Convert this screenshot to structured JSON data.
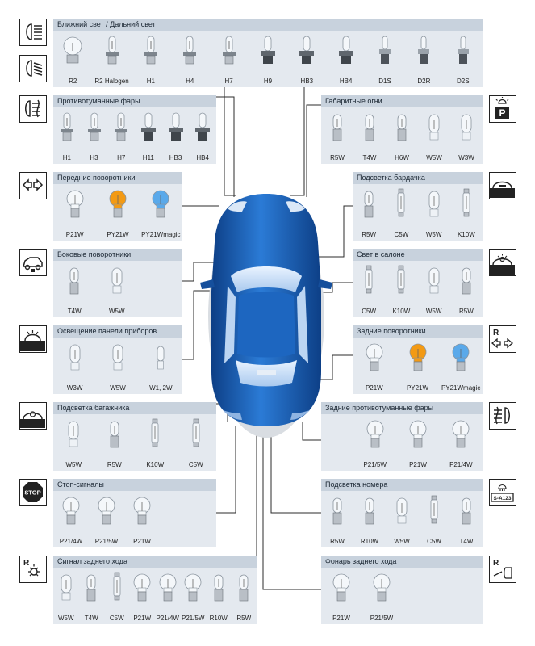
{
  "sections": [
    {
      "id": "headlights",
      "title": "Ближний свет / Дальний свет",
      "bulbs": [
        {
          "label": "R2",
          "type": "r2"
        },
        {
          "label": "R2 Halogen",
          "type": "halogen"
        },
        {
          "label": "H1",
          "type": "halogen"
        },
        {
          "label": "H4",
          "type": "halogen"
        },
        {
          "label": "H7",
          "type": "halogen"
        },
        {
          "label": "H9",
          "type": "hb"
        },
        {
          "label": "HB3",
          "type": "hb"
        },
        {
          "label": "HB4",
          "type": "hb"
        },
        {
          "label": "D1S",
          "type": "xenon"
        },
        {
          "label": "D2R",
          "type": "xenon"
        },
        {
          "label": "D2S",
          "type": "xenon"
        }
      ]
    },
    {
      "id": "fog",
      "title": "Противотуманные фары",
      "bulbs": [
        {
          "label": "H1",
          "type": "halogen"
        },
        {
          "label": "H3",
          "type": "halogen"
        },
        {
          "label": "H7",
          "type": "halogen"
        },
        {
          "label": "H11",
          "type": "hb"
        },
        {
          "label": "HB3",
          "type": "hb"
        },
        {
          "label": "HB4",
          "type": "hb"
        }
      ]
    },
    {
      "id": "front-turn",
      "title": "Передние поворотники",
      "bulbs": [
        {
          "label": "P21W",
          "type": "ba"
        },
        {
          "label": "PY21W",
          "type": "ba-orange"
        },
        {
          "label": "PY21Wmagic",
          "type": "ba-blue"
        }
      ]
    },
    {
      "id": "side-turn",
      "title": "Боковые поворотники",
      "bulbs": [
        {
          "label": "T4W",
          "type": "small-ba"
        },
        {
          "label": "W5W",
          "type": "wedge"
        }
      ]
    },
    {
      "id": "dashboard",
      "title": "Освещение панели приборов",
      "bulbs": [
        {
          "label": "W3W",
          "type": "wedge"
        },
        {
          "label": "W5W",
          "type": "wedge"
        },
        {
          "label": "W1, 2W",
          "type": "mini"
        }
      ]
    },
    {
      "id": "trunk",
      "title": "Подсветка багажника",
      "bulbs": [
        {
          "label": "W5W",
          "type": "wedge"
        },
        {
          "label": "R5W",
          "type": "small-ba"
        },
        {
          "label": "K10W",
          "type": "festoon"
        },
        {
          "label": "C5W",
          "type": "festoon"
        }
      ]
    },
    {
      "id": "stop",
      "title": "Стоп-сигналы",
      "bulbs": [
        {
          "label": "P21/4W",
          "type": "ba"
        },
        {
          "label": "P21/5W",
          "type": "ba"
        },
        {
          "label": "P21W",
          "type": "ba"
        }
      ]
    },
    {
      "id": "reverse",
      "title": "Сигнал заднего хода",
      "bulbs": [
        {
          "label": "W5W",
          "type": "wedge"
        },
        {
          "label": "T4W",
          "type": "small-ba"
        },
        {
          "label": "C5W",
          "type": "festoon"
        },
        {
          "label": "P21W",
          "type": "ba"
        },
        {
          "label": "P21/4W",
          "type": "ba"
        },
        {
          "label": "P21/5W",
          "type": "ba"
        },
        {
          "label": "R10W",
          "type": "small-ba"
        },
        {
          "label": "R5W",
          "type": "small-ba"
        }
      ]
    },
    {
      "id": "parking",
      "title": "Габаритные огни",
      "bulbs": [
        {
          "label": "R5W",
          "type": "small-ba"
        },
        {
          "label": "T4W",
          "type": "small-ba"
        },
        {
          "label": "H6W",
          "type": "small-ba"
        },
        {
          "label": "W5W",
          "type": "wedge"
        },
        {
          "label": "W3W",
          "type": "wedge"
        }
      ]
    },
    {
      "id": "glovebox",
      "title": "Подсветка бардачка",
      "bulbs": [
        {
          "label": "R5W",
          "type": "small-ba"
        },
        {
          "label": "C5W",
          "type": "festoon"
        },
        {
          "label": "W5W",
          "type": "wedge"
        },
        {
          "label": "K10W",
          "type": "festoon"
        }
      ]
    },
    {
      "id": "interior",
      "title": "Свет в салоне",
      "bulbs": [
        {
          "label": "C5W",
          "type": "festoon"
        },
        {
          "label": "K10W",
          "type": "festoon"
        },
        {
          "label": "W5W",
          "type": "wedge"
        },
        {
          "label": "R5W",
          "type": "small-ba"
        }
      ]
    },
    {
      "id": "rear-turn",
      "title": "Задние поворотники",
      "bulbs": [
        {
          "label": "P21W",
          "type": "ba"
        },
        {
          "label": "PY21W",
          "type": "ba-orange"
        },
        {
          "label": "PY21Wmagic",
          "type": "ba-blue"
        }
      ]
    },
    {
      "id": "rear-fog",
      "title": "Задние противотуманные фары",
      "bulbs": [
        {
          "label": "P21/5W",
          "type": "ba"
        },
        {
          "label": "P21W",
          "type": "ba"
        },
        {
          "label": "P21/4W",
          "type": "ba"
        }
      ]
    },
    {
      "id": "plate",
      "title": "Подсветка номера",
      "bulbs": [
        {
          "label": "R5W",
          "type": "small-ba"
        },
        {
          "label": "R10W",
          "type": "small-ba"
        },
        {
          "label": "W5W",
          "type": "wedge"
        },
        {
          "label": "C5W",
          "type": "festoon"
        },
        {
          "label": "T4W",
          "type": "small-ba"
        }
      ]
    },
    {
      "id": "plate-lamp",
      "title": "Фонарь заднего хода",
      "bulbs": [
        {
          "label": "P21W",
          "type": "ba"
        },
        {
          "label": "P21/5W",
          "type": "ba"
        }
      ]
    }
  ],
  "icons": {
    "stop_text": "STOP",
    "r_letter": "R",
    "p_letter": "P",
    "plate_text": "S-A123"
  },
  "colors": {
    "panel": "#e4e9ef",
    "panel_header": "#c8d2dd",
    "car_body": "#1a5fb4",
    "wire": "#2b2b2b",
    "orange_bulb": "#f39a14",
    "blue_bulb": "#5aa9ea"
  }
}
